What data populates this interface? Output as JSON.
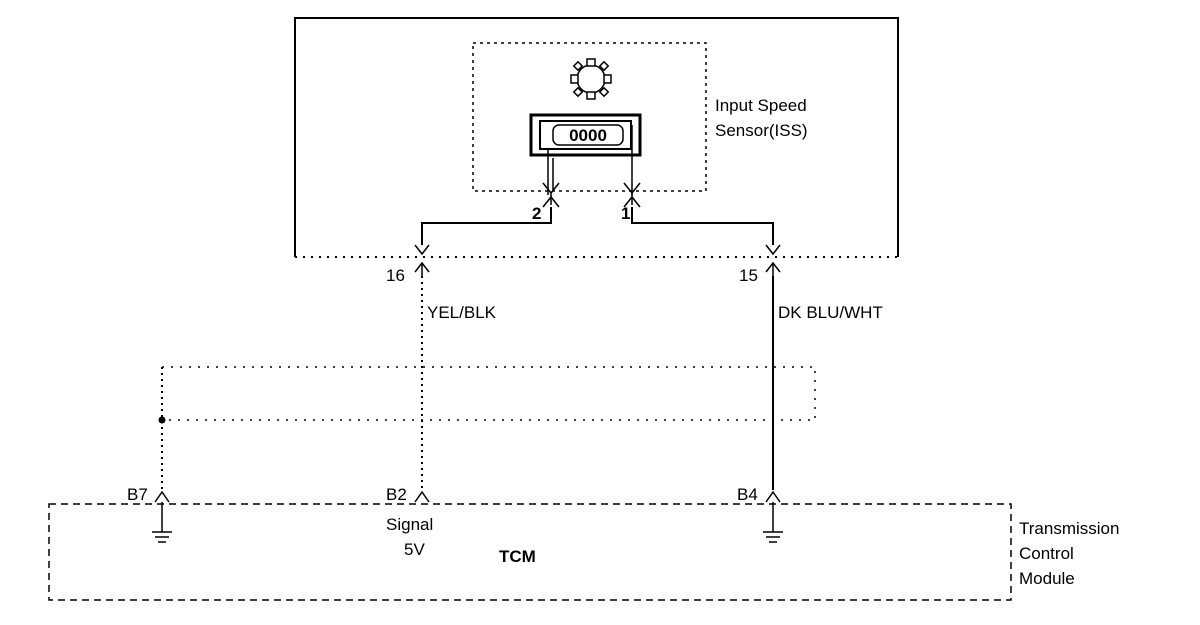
{
  "sensor": {
    "name_line1": "Input Speed",
    "name_line2": "Sensor(ISS)",
    "coil_text": "0000"
  },
  "connector_pins": {
    "sensor_pin_2": "2",
    "sensor_pin_1": "1",
    "harness_pin_16": "16",
    "harness_pin_15": "15"
  },
  "wires": {
    "left_color": "YEL/BLK",
    "right_color": "DK BLU/WHT"
  },
  "tcm": {
    "pin_b7": "B7",
    "pin_b2": "B2",
    "pin_b4": "B4",
    "signal_line1": "Signal",
    "signal_line2": "5V",
    "label": "TCM",
    "module_line1": "Transmission",
    "module_line2": "Control",
    "module_line3": "Module"
  }
}
